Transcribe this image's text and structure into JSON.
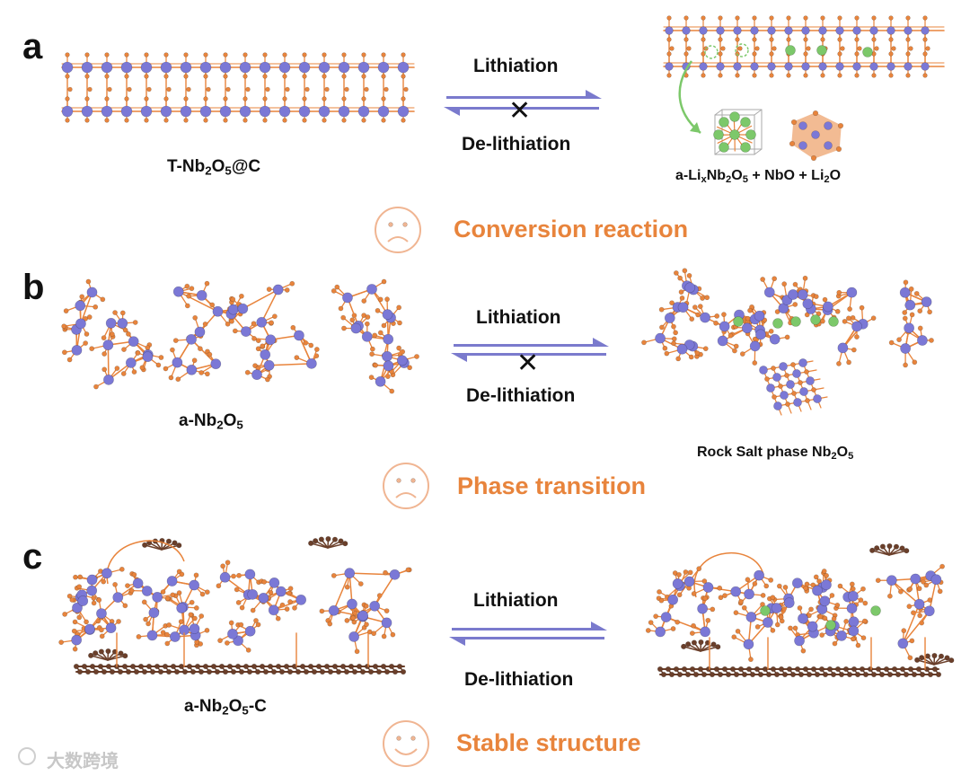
{
  "panels": [
    {
      "letter": "a",
      "left_label": {
        "main": "T-Nb",
        "s1": "2",
        "m2": "O",
        "s2": "5",
        "tail": "@C"
      },
      "lithiation": "Lithiation",
      "delithiation": "De-lithiation",
      "reversible": false,
      "result": "Conversion reaction",
      "face": "sad"
    },
    {
      "letter": "b",
      "left_label": {
        "main": "a-Nb",
        "s1": "2",
        "m2": "O",
        "s2": "5",
        "tail": ""
      },
      "lithiation": "Lithiation",
      "delithiation": "De-lithiation",
      "reversible": false,
      "result": "Phase transition",
      "face": "sad"
    },
    {
      "letter": "c",
      "left_label": {
        "main": "a-Nb",
        "s1": "2",
        "m2": "O",
        "s2": "5",
        "tail": "-C"
      },
      "lithiation": "Lithiation",
      "delithiation": "De-lithiation",
      "reversible": true,
      "result": "Stable structure",
      "face": "happy"
    }
  ],
  "products_a": {
    "p1": "a-Li",
    "p1s": "x",
    "p1b": "Nb",
    "p1s2": "2",
    "p1c": "O",
    "p1s3": "5",
    "plus1": " + NbO + Li",
    "p2s": "2",
    "p2b": "O"
  },
  "products_b": {
    "t1": "Rock Salt phase Nb",
    "s1": "2",
    "t2": "O",
    "s2": "5"
  },
  "cross_symbol": "✕",
  "watermark": "大数跨境",
  "colors": {
    "nb": "#7b78d6",
    "o": "#e8843c",
    "li": "#7cc86a",
    "c": "#6b3f2a",
    "accent": "#e8843c",
    "arrow": "#6b6bc8"
  }
}
